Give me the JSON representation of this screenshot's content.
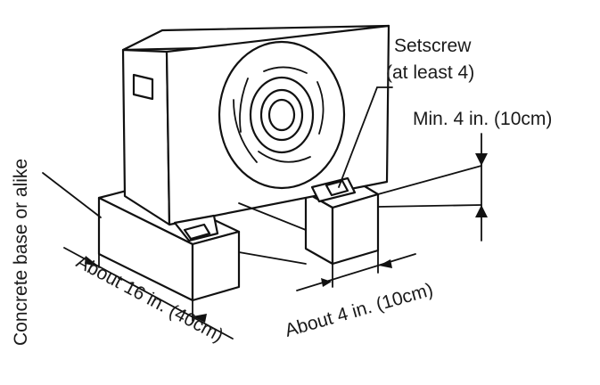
{
  "labels": {
    "setscrew_line1": "Setscrew",
    "setscrew_line2": "(at least 4)",
    "min_clearance": "Min. 4 in. (10cm)",
    "concrete_base": "Concrete base or alike",
    "base_length": "About 16 in. (40cm)",
    "base_width": "About 4 in. (10cm)"
  },
  "icons": {
    "outdoor_unit": "outdoor-unit-icon",
    "fan_grille": "fan-grille-icon"
  },
  "colors": {
    "line": "#111111",
    "background": "#ffffff",
    "text": "#1a1a1a"
  }
}
